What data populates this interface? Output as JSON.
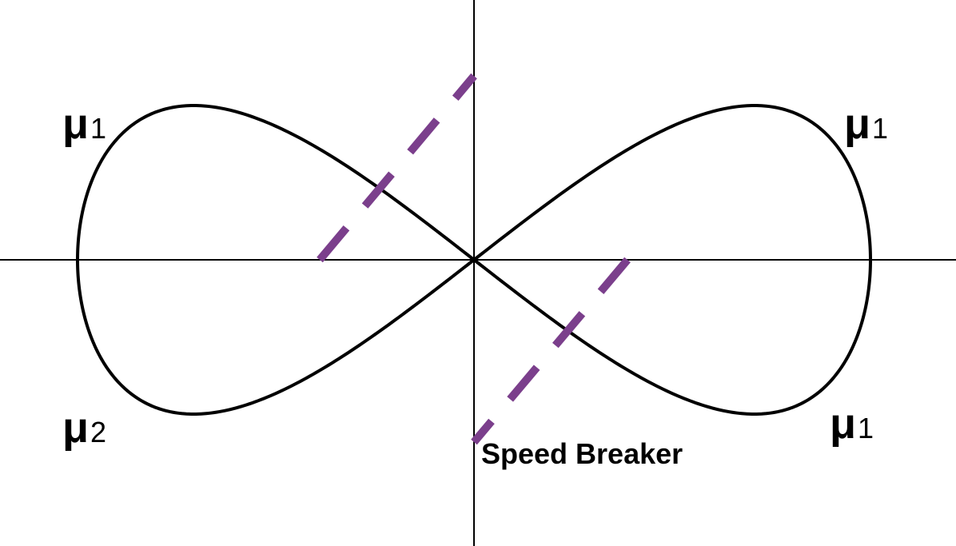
{
  "labels": {
    "top_left": {
      "symbol": "μ",
      "subscript": "1"
    },
    "top_right": {
      "symbol": "μ",
      "subscript": "1"
    },
    "bottom_left": {
      "symbol": "μ",
      "subscript": "2"
    },
    "bottom_right": {
      "symbol": "μ",
      "subscript": "1"
    }
  },
  "caption": "Speed Breaker",
  "colors": {
    "curve": "#000000",
    "axes": "#000000",
    "speed_breaker": "#7b3f8c"
  }
}
